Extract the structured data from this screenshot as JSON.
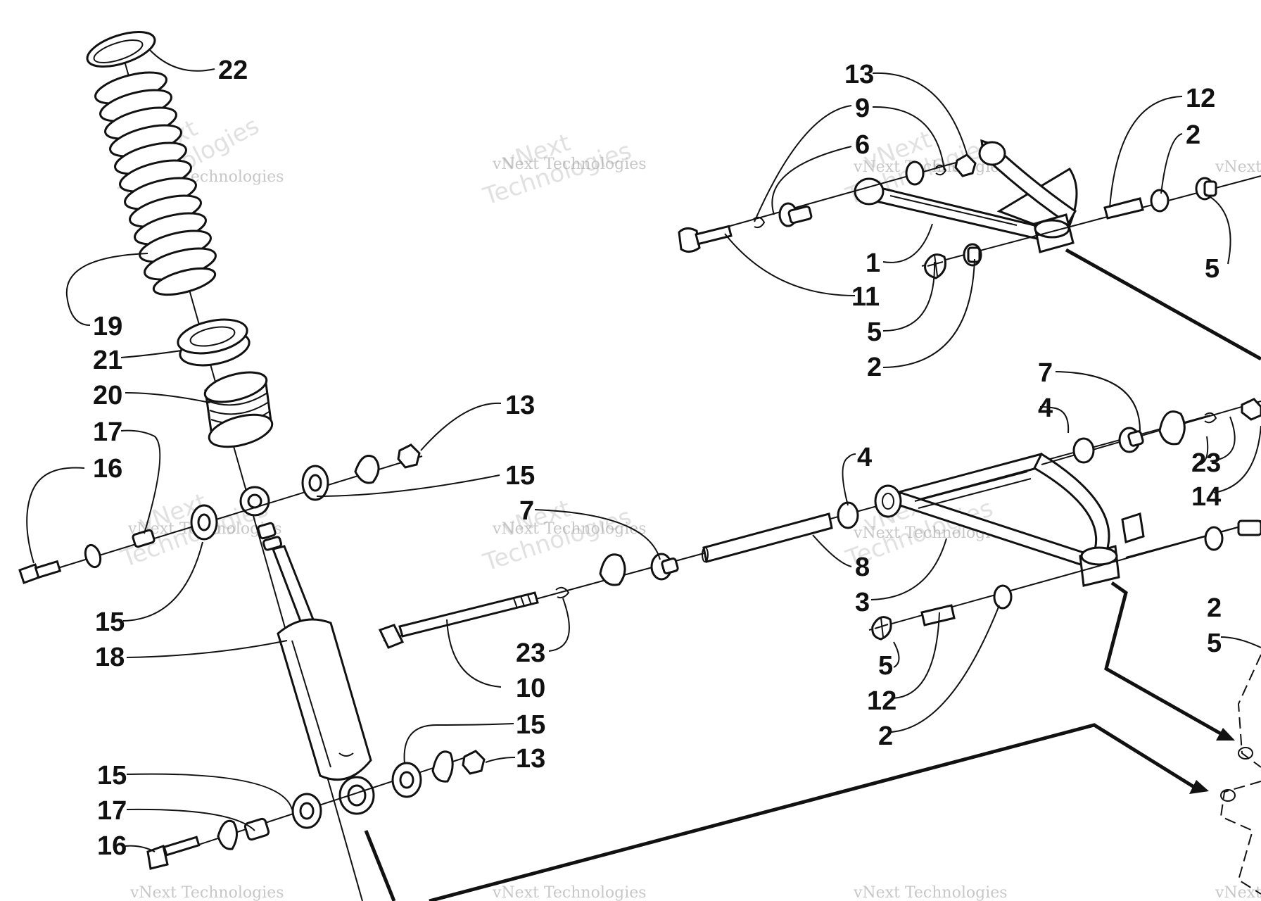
{
  "watermark": {
    "line1": "vNext",
    "line2": "vNext Technologies",
    "line3": "Technologies"
  },
  "callouts": {
    "c22": "22",
    "c19": "19",
    "c21": "21",
    "c20": "20",
    "c17a": "17",
    "c16a": "16",
    "c15a": "15",
    "c18": "18",
    "c15b": "15",
    "c17b": "17",
    "c16b": "16",
    "c13a": "13",
    "c15c": "15",
    "c7a": "7",
    "c23a": "23",
    "c10": "10",
    "c15d": "15",
    "c13b": "13",
    "c13c": "13",
    "c9": "9",
    "c6": "6",
    "c1": "1",
    "c11": "11",
    "c5a": "5",
    "c2a": "2",
    "c12a": "12",
    "c2b": "2",
    "c5b": "5",
    "c7b": "7",
    "c4a": "4",
    "c4b": "4",
    "c8": "8",
    "c3": "3",
    "c23b": "23",
    "c14": "14",
    "c2c": "2",
    "c5c": "5",
    "c5d": "5",
    "c12b": "12",
    "c2d": "2"
  }
}
